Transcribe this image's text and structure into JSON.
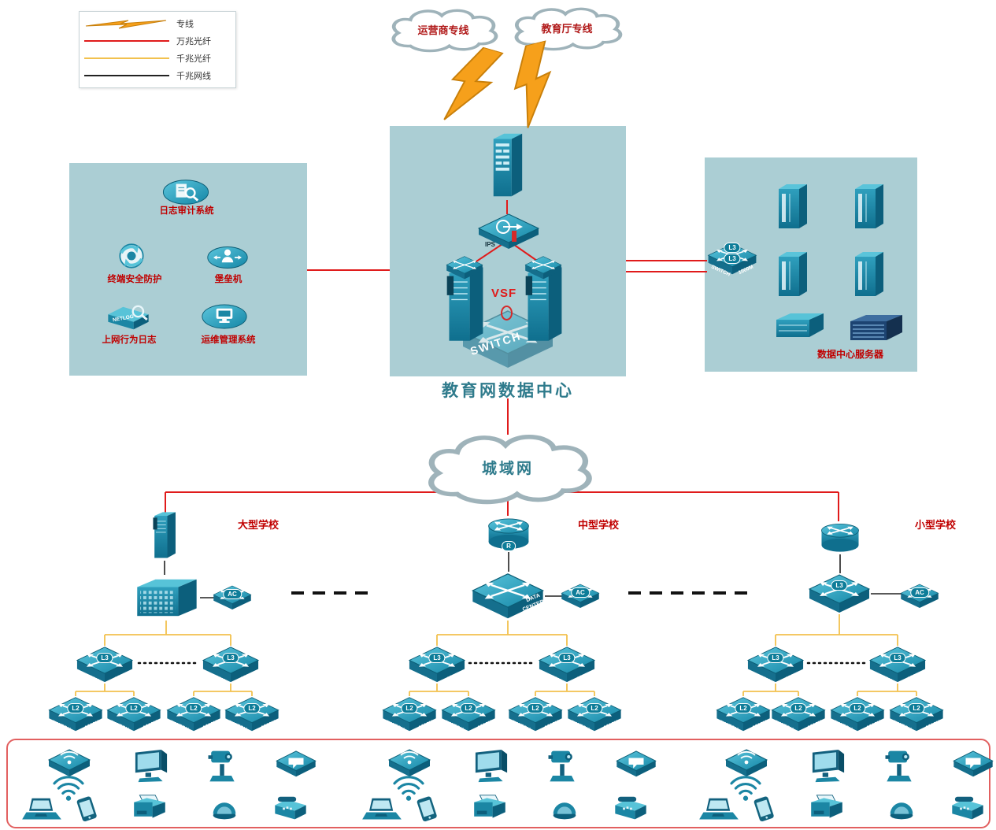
{
  "colors": {
    "fiber_10g": "#e01b1b",
    "fiber_1g": "#f2c14e",
    "cable_1g": "#222222",
    "dedicated_line": "#f6a01b",
    "zone_bg": "#abced4",
    "device_teal": "#1b86a4",
    "label_red": "#c00000",
    "title_teal": "#2f7b8c"
  },
  "legend": {
    "items": [
      {
        "label": "专线",
        "style": "lightning"
      },
      {
        "label": "万兆光纤",
        "style": "red-line"
      },
      {
        "label": "千兆光纤",
        "style": "yellow-line"
      },
      {
        "label": "千兆网线",
        "style": "black-line"
      }
    ]
  },
  "clouds": {
    "carrier": "运营商专线",
    "education": "教育厅专线",
    "metro": "城域网"
  },
  "datacenter": {
    "title": "教育网数据中心",
    "ips": "IPS",
    "vsf": "VSF",
    "core_switch": "SWITCH"
  },
  "security_zone": {
    "log_audit": "日志审计系统",
    "terminal_protect": "终端安全防护",
    "bastion": "堡垒机",
    "netlog": "上网行为日志",
    "netlog_tag": "NETLOG",
    "ops_mgmt": "运维管理系统"
  },
  "server_zone": {
    "title": "数据中心服务器"
  },
  "schools": {
    "large": "大型学校",
    "medium": "中型学校",
    "small": "小型学校"
  },
  "dev": {
    "l3": "L3",
    "l2": "L2",
    "ac": "AC",
    "r": "R",
    "switch": "SWITCH",
    "m1000": "1000M",
    "data": "DATA",
    "center": "CENTER"
  }
}
